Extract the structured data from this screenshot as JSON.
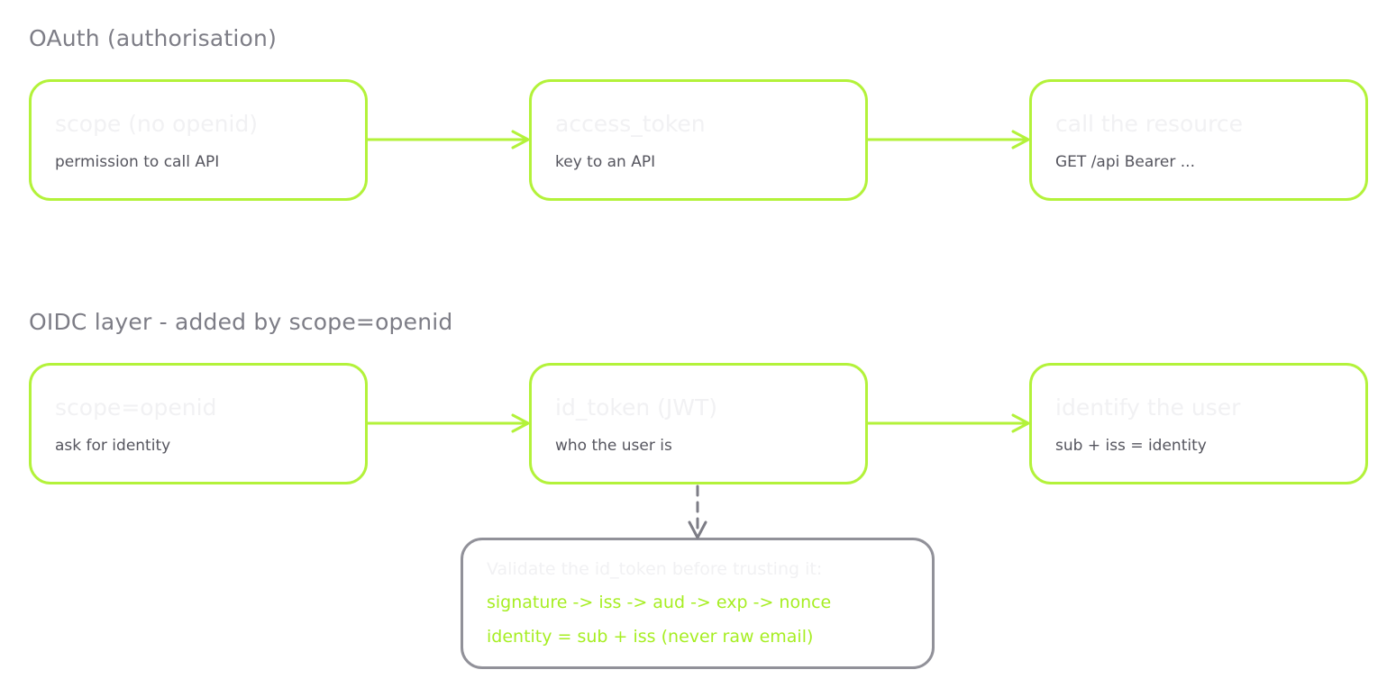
{
  "oauth": {
    "title": "OAuth (authorisation)",
    "boxes": [
      {
        "title": "scope (no openid)",
        "sub": "permission to call API"
      },
      {
        "title": "access_token",
        "sub": "key to an API"
      },
      {
        "title": "call the resource",
        "sub": "GET /api Bearer ..."
      }
    ]
  },
  "oidc": {
    "title": "OIDC layer - added by scope=openid",
    "boxes": [
      {
        "title": "scope=openid",
        "sub": "ask for identity"
      },
      {
        "title": "id_token (JWT)",
        "sub": "who the user is"
      },
      {
        "title": "identify the user",
        "sub": "sub + iss = identity"
      }
    ]
  },
  "validate": {
    "title": "Validate the id_token before trusting it:",
    "line1": "signature -> iss -> aud -> exp -> nonce",
    "line2": "identity = sub + iss (never raw email)"
  },
  "colors": {
    "accent": "#b3f23a",
    "neutral": "#919199",
    "text": "#55555e"
  }
}
